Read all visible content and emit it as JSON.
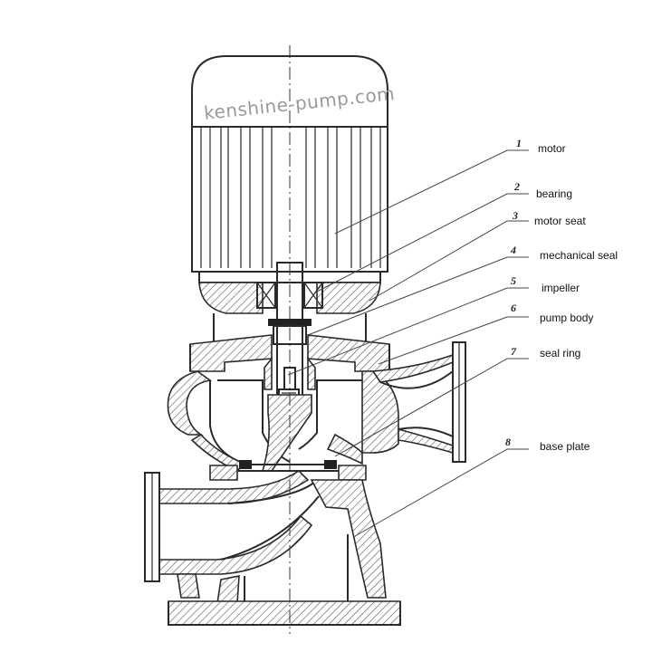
{
  "watermark": "kenshine-pump.com",
  "callouts": [
    {
      "number": "1",
      "label": "motor"
    },
    {
      "number": "2",
      "label": "bearing"
    },
    {
      "number": "3",
      "label": "motor seat"
    },
    {
      "number": "4",
      "label": "mechanical seal"
    },
    {
      "number": "5",
      "label": "impeller"
    },
    {
      "number": "6",
      "label": "pump body"
    },
    {
      "number": "7",
      "label": "seal ring"
    },
    {
      "number": "8",
      "label": "base plate"
    }
  ]
}
